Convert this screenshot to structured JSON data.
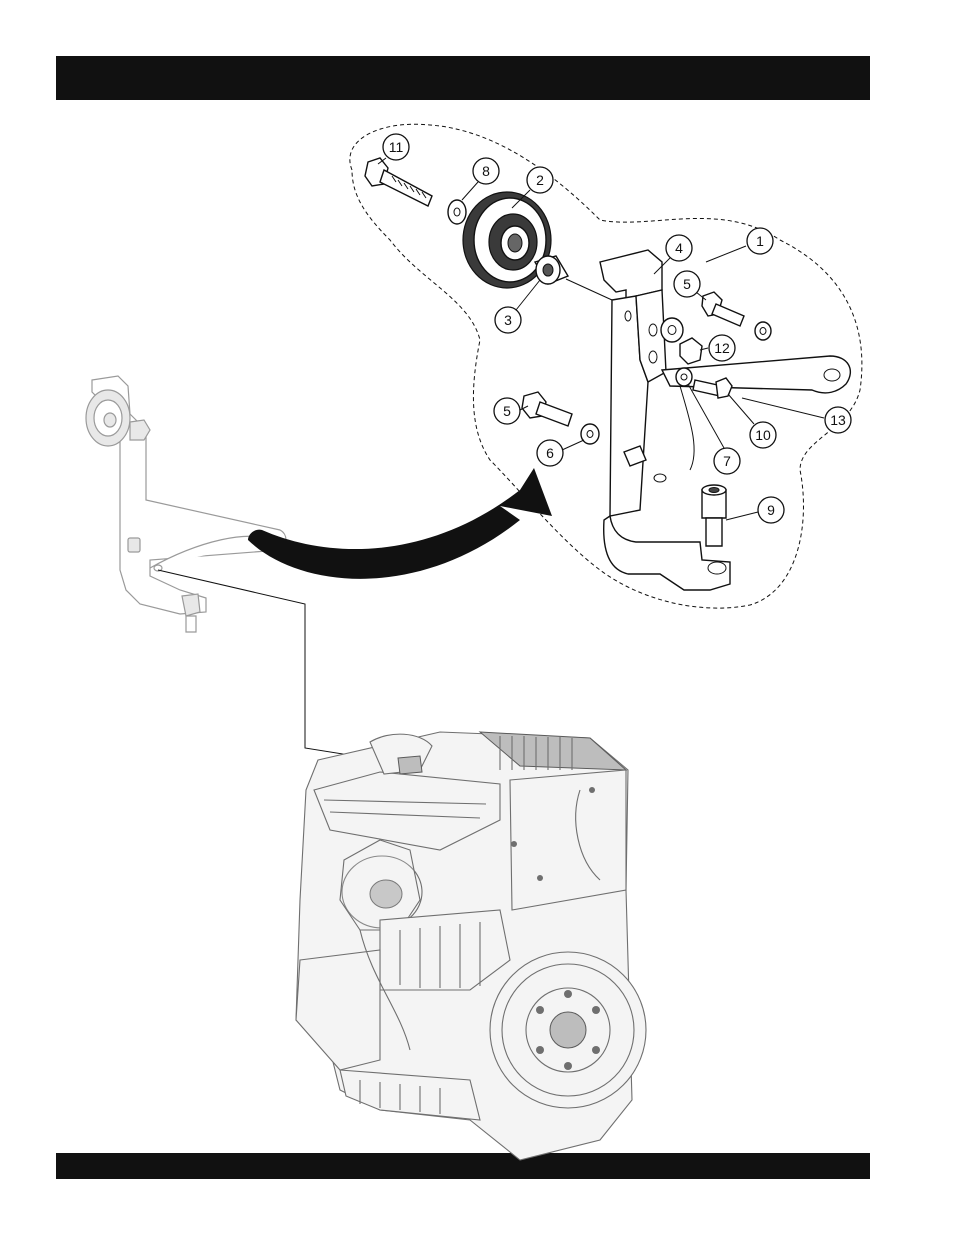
{
  "header": {
    "title": ""
  },
  "footer": {
    "text": ""
  },
  "diagram": {
    "callouts": [
      {
        "id": "callout-1",
        "label": "1"
      },
      {
        "id": "callout-2",
        "label": "2"
      },
      {
        "id": "callout-3",
        "label": "3"
      },
      {
        "id": "callout-4",
        "label": "4"
      },
      {
        "id": "callout-5a",
        "label": "5"
      },
      {
        "id": "callout-5b",
        "label": "5"
      },
      {
        "id": "callout-6",
        "label": "6"
      },
      {
        "id": "callout-7",
        "label": "7"
      },
      {
        "id": "callout-8",
        "label": "8"
      },
      {
        "id": "callout-9",
        "label": "9"
      },
      {
        "id": "callout-10",
        "label": "10"
      },
      {
        "id": "callout-11",
        "label": "11"
      },
      {
        "id": "callout-12",
        "label": "12"
      },
      {
        "id": "callout-13",
        "label": "13"
      }
    ]
  },
  "colors": {
    "bar": "#111111",
    "line": "#111111",
    "ghost": "#9a9a9a"
  }
}
